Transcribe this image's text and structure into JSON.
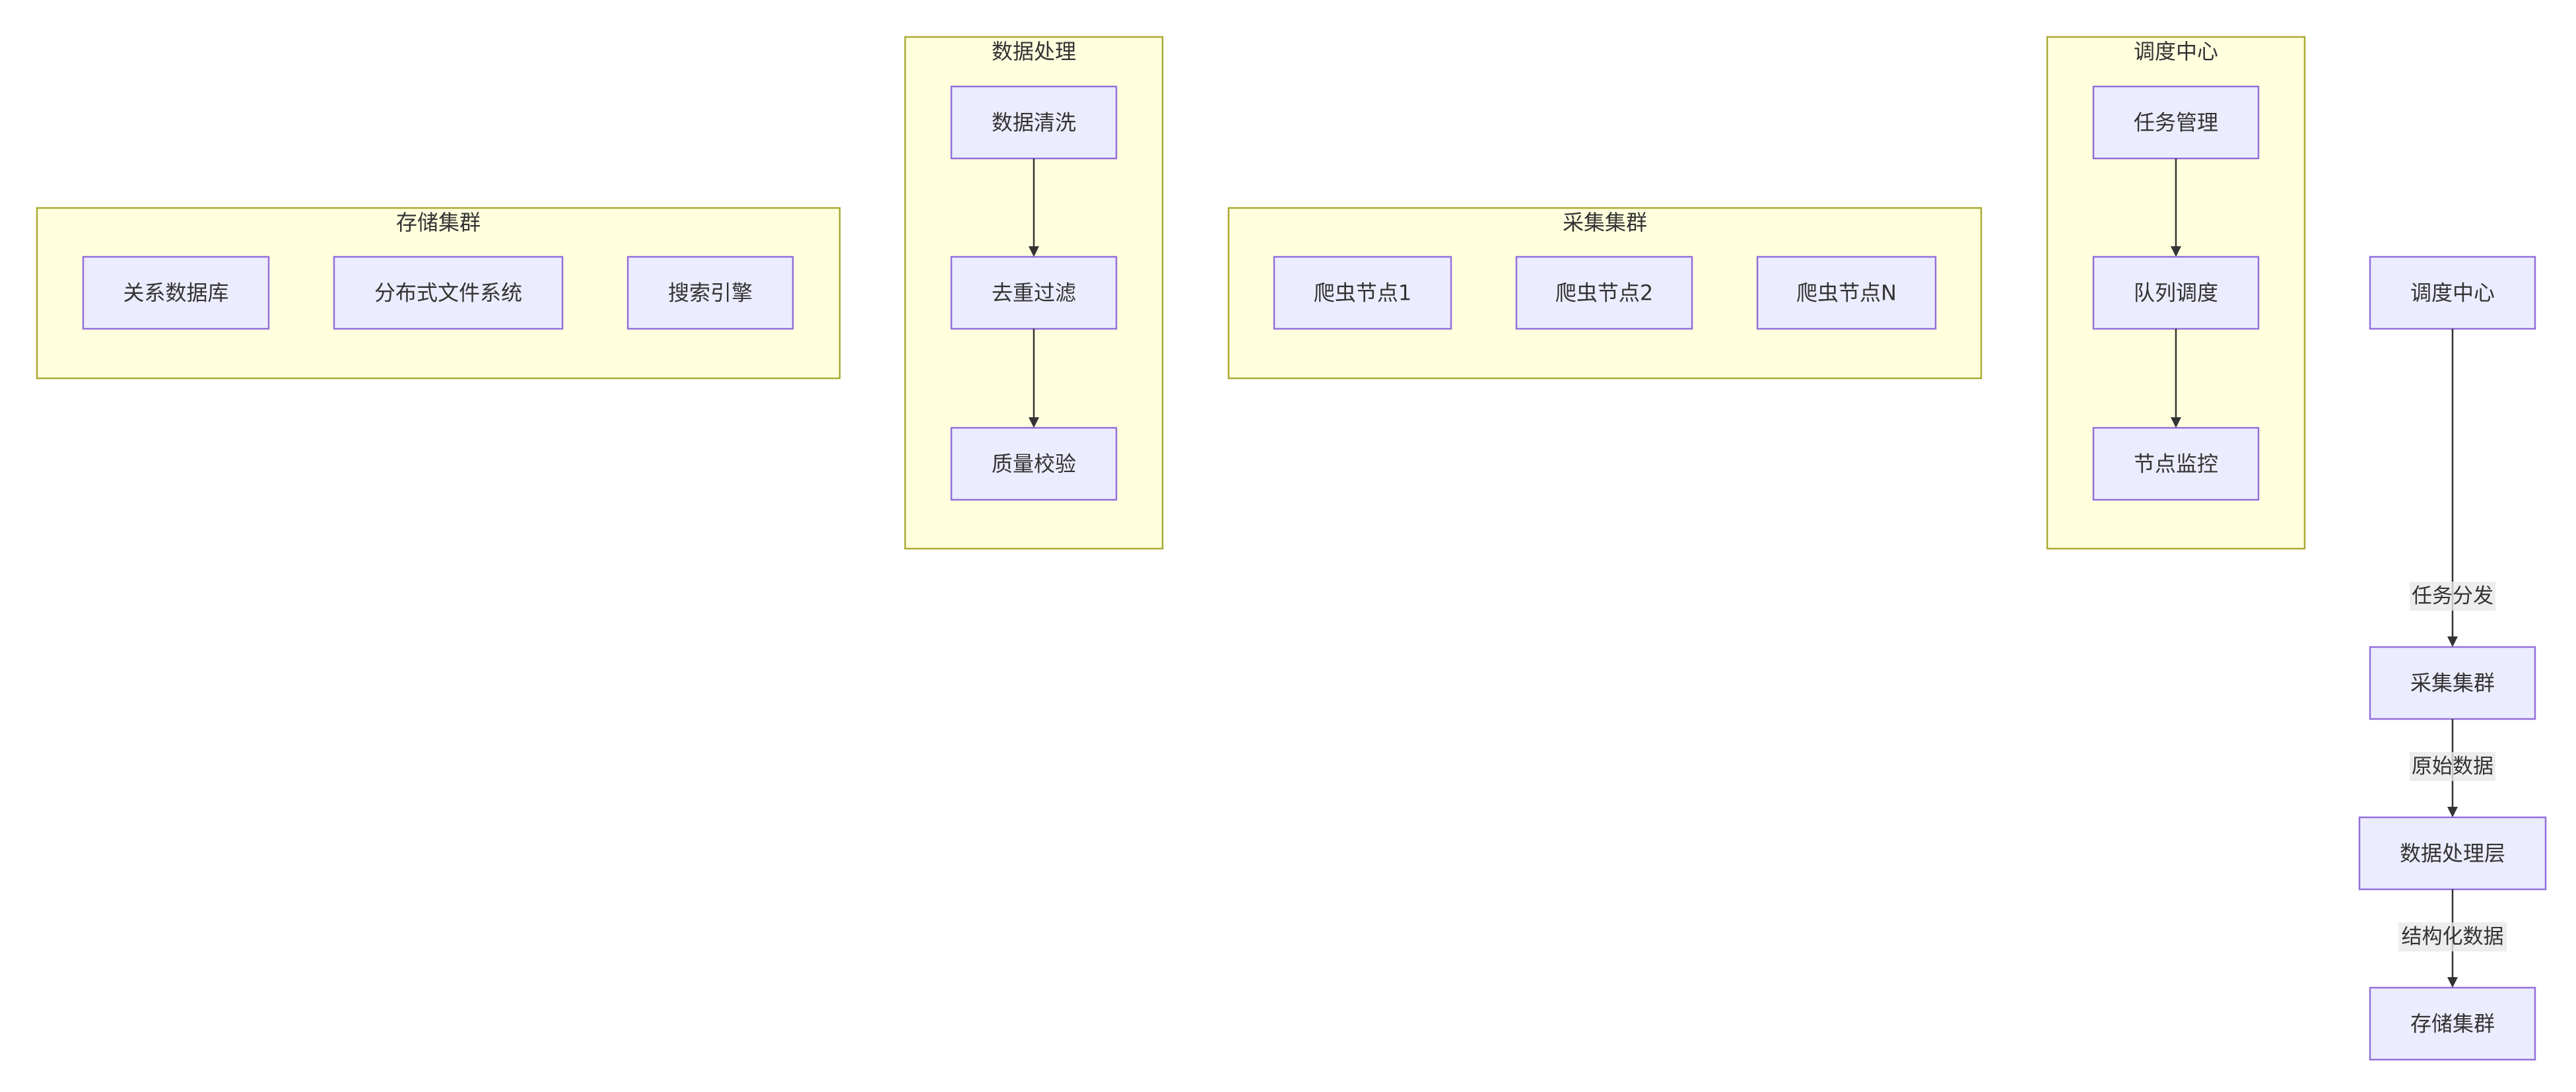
{
  "clusters": {
    "storage": {
      "title": "存储集群",
      "nodes": [
        "关系数据库",
        "分布式文件系统",
        "搜索引擎"
      ]
    },
    "processing": {
      "title": "数据处理",
      "nodes": [
        "数据清洗",
        "去重过滤",
        "质量校验"
      ]
    },
    "collection": {
      "title": "采集集群",
      "nodes": [
        "爬虫节点1",
        "爬虫节点2",
        "爬虫节点N"
      ]
    },
    "scheduler": {
      "title": "调度中心",
      "nodes": [
        "任务管理",
        "队列调度",
        "节点监控"
      ]
    }
  },
  "flow": {
    "nodes": [
      "调度中心",
      "采集集群",
      "数据处理层",
      "存储集群"
    ],
    "edge_labels": [
      "任务分发",
      "原始数据",
      "结构化数据"
    ]
  },
  "colors": {
    "cluster_fill": "#ffffde",
    "cluster_stroke": "#aaaa33",
    "node_fill": "#ececff",
    "node_stroke": "#9370db",
    "text": "#333333",
    "edge": "#333333",
    "edge_label_bg": "#e8e8e8"
  }
}
